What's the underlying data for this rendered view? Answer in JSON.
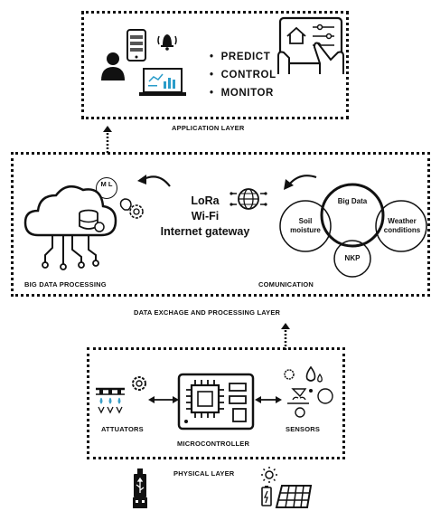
{
  "application_layer": {
    "caption": "APPLICATION LAYER",
    "actions": [
      "PREDICT",
      "CONTROL",
      "MONITOR"
    ]
  },
  "data_layer": {
    "caption": "DATA EXCHAGE AND PROCESSING LAYER",
    "big_data_processing": "BIG DATA PROCESSING",
    "communication": "COMUNICATION",
    "protocols": [
      "LoRa",
      "Wi-Fi",
      "Internet gateway"
    ],
    "ml_badge": "M L",
    "circles": {
      "big_data": "Big Data",
      "soil": "Soil moisture",
      "weather": "Weather conditions",
      "nkp": "NKP"
    }
  },
  "physical_layer": {
    "caption": "PHYSICAL LAYER",
    "attuators": "ATTUATORS",
    "sensors": "SENSORS",
    "microcontroller": "MICROCONTROLLER"
  },
  "icons": [
    "person-icon",
    "smartphone-icon",
    "bell-icon",
    "laptop-chart-icon",
    "touch-panel-icon",
    "cloud-database-icon",
    "gear-bulb-icon",
    "globe-network-icon",
    "microcontroller-chip-icon",
    "sprinkler-icon",
    "sensor-cluster-icon",
    "usb-plug-icon",
    "solar-panel-icon"
  ]
}
